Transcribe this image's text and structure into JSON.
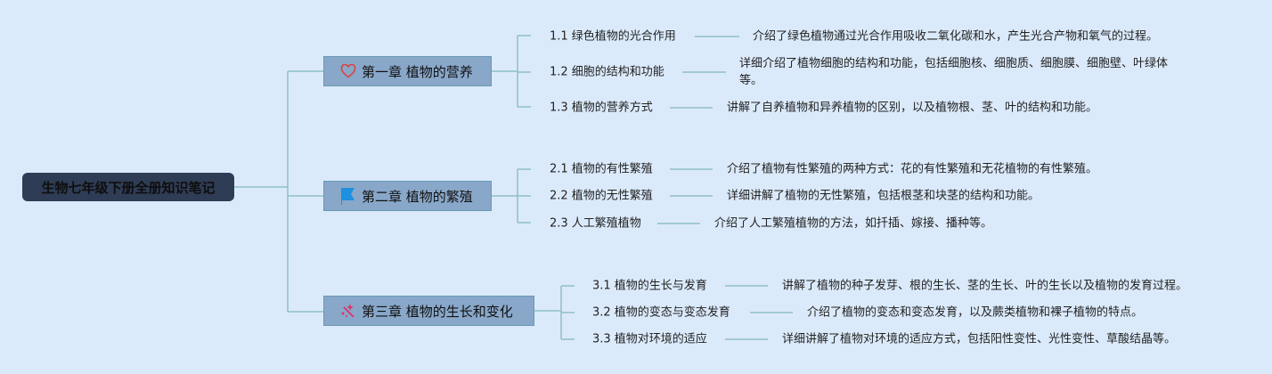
{
  "root": {
    "title": "生物七年级下册全册知识笔记"
  },
  "chapters": [
    {
      "title": "第一章 植物的营养",
      "icon": "heart-icon",
      "sections": [
        {
          "label": "1.1 绿色植物的光合作用",
          "desc": "介绍了绿色植物通过光合作用吸收二氧化碳和水，产生光合产物和氧气的过程。"
        },
        {
          "label": "1.2 细胞的结构和功能",
          "desc": "详细介绍了植物细胞的结构和功能，包括细胞核、细胞质、细胞膜、细胞壁、叶绿体等。"
        },
        {
          "label": "1.3 植物的营养方式",
          "desc": "讲解了自养植物和异养植物的区别，以及植物根、茎、叶的结构和功能。"
        }
      ]
    },
    {
      "title": "第二章 植物的繁殖",
      "icon": "flag-icon",
      "sections": [
        {
          "label": "2.1 植物的有性繁殖",
          "desc": "介绍了植物有性繁殖的两种方式：花的有性繁殖和无花植物的有性繁殖。"
        },
        {
          "label": "2.2 植物的无性繁殖",
          "desc": "详细讲解了植物的无性繁殖，包括根茎和块茎的结构和功能。"
        },
        {
          "label": "2.3 人工繁殖植物",
          "desc": "介绍了人工繁殖植物的方法，如扦插、嫁接、播种等。"
        }
      ]
    },
    {
      "title": "第三章 植物的生长和变化",
      "icon": "sparkle-icon",
      "sections": [
        {
          "label": "3.1 植物的生长与发育",
          "desc": "讲解了植物的种子发芽、根的生长、茎的生长、叶的生长以及植物的发育过程。"
        },
        {
          "label": "3.2 植物的变态与变态发育",
          "desc": "介绍了植物的变态和变态发育，以及蕨类植物和裸子植物的特点。"
        },
        {
          "label": "3.3 植物对环境的适应",
          "desc": "详细讲解了植物对环境的适应方式，包括阳性变性、光性变性、草酸结晶等。"
        }
      ]
    }
  ],
  "colors": {
    "line": "#8fc0c6",
    "root_bg": "#2f3c55",
    "chapter_bg": "#88a7c9"
  }
}
